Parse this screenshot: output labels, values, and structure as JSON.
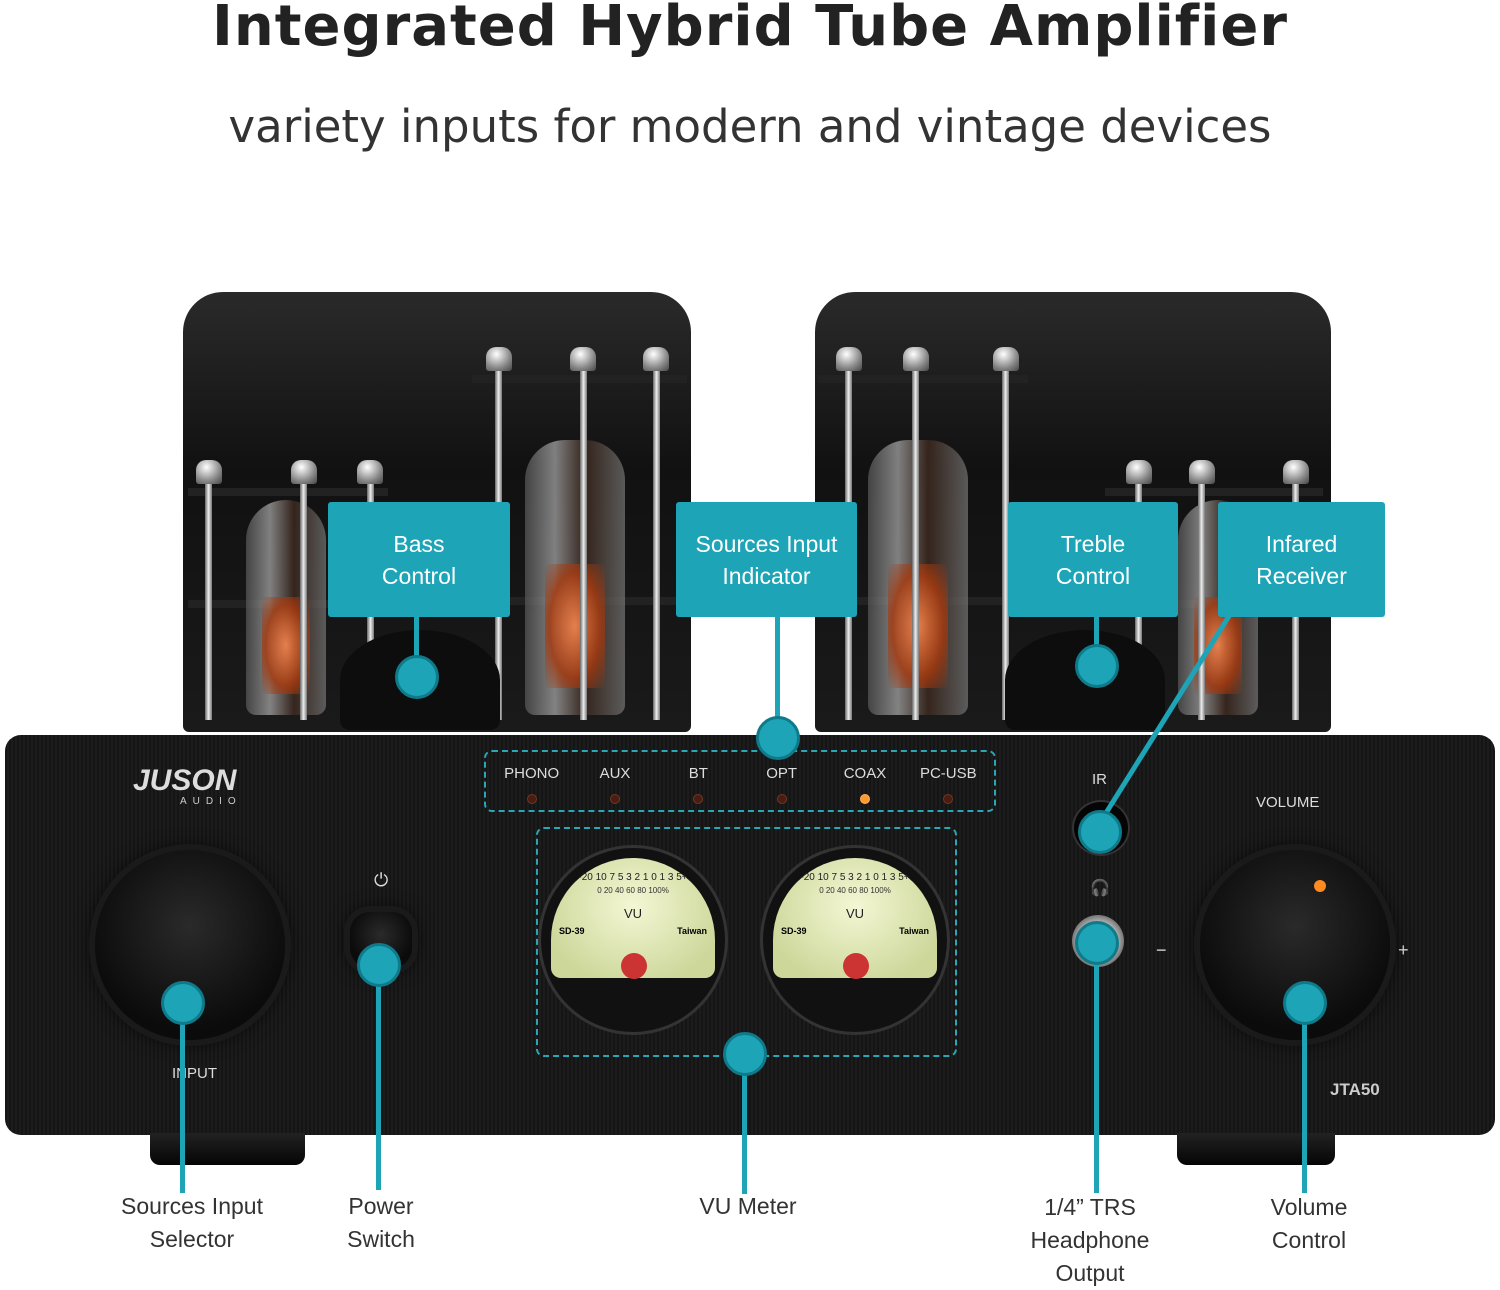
{
  "title": "Integrated Hybrid Tube Amplifier",
  "subtitle": "variety inputs for modern and vintage devices",
  "accent_color": "#1ea4b7",
  "panel": {
    "brand": "JUSON",
    "brand_sub": "AUDIO",
    "input_label": "INPUT",
    "power_icon": "power-icon",
    "ir_label": "IR",
    "headphone_icon": "headphone-icon",
    "volume_label": "VOLUME",
    "minus": "−",
    "plus": "+",
    "model": "JTA50",
    "sources": [
      {
        "label": "PHONO",
        "active": false
      },
      {
        "label": "AUX",
        "active": false
      },
      {
        "label": "BT",
        "active": false
      },
      {
        "label": "OPT",
        "active": false
      },
      {
        "label": "COAX",
        "active": true
      },
      {
        "label": "PC-USB",
        "active": false
      }
    ],
    "vu_meter": {
      "label": "VU",
      "model": "SD-39",
      "origin": "Taiwan",
      "scale_db": "-20 10 7 5 3 2 1 0 1 3 5+",
      "scale_pct": "0 20 40 60 80 100%"
    }
  },
  "callouts_top": [
    {
      "label": "Bass\nControl"
    },
    {
      "label": "Sources Input\nIndicator"
    },
    {
      "label": "Treble\nControl"
    },
    {
      "label": "Infared\nReceiver"
    }
  ],
  "callouts_bottom": [
    {
      "label": "Sources Input\nSelector"
    },
    {
      "label": "Power\nSwitch"
    },
    {
      "label": "VU Meter"
    },
    {
      "label": "1/4” TRS\nHeadphone\nOutput"
    },
    {
      "label": "Volume\nControl"
    }
  ]
}
